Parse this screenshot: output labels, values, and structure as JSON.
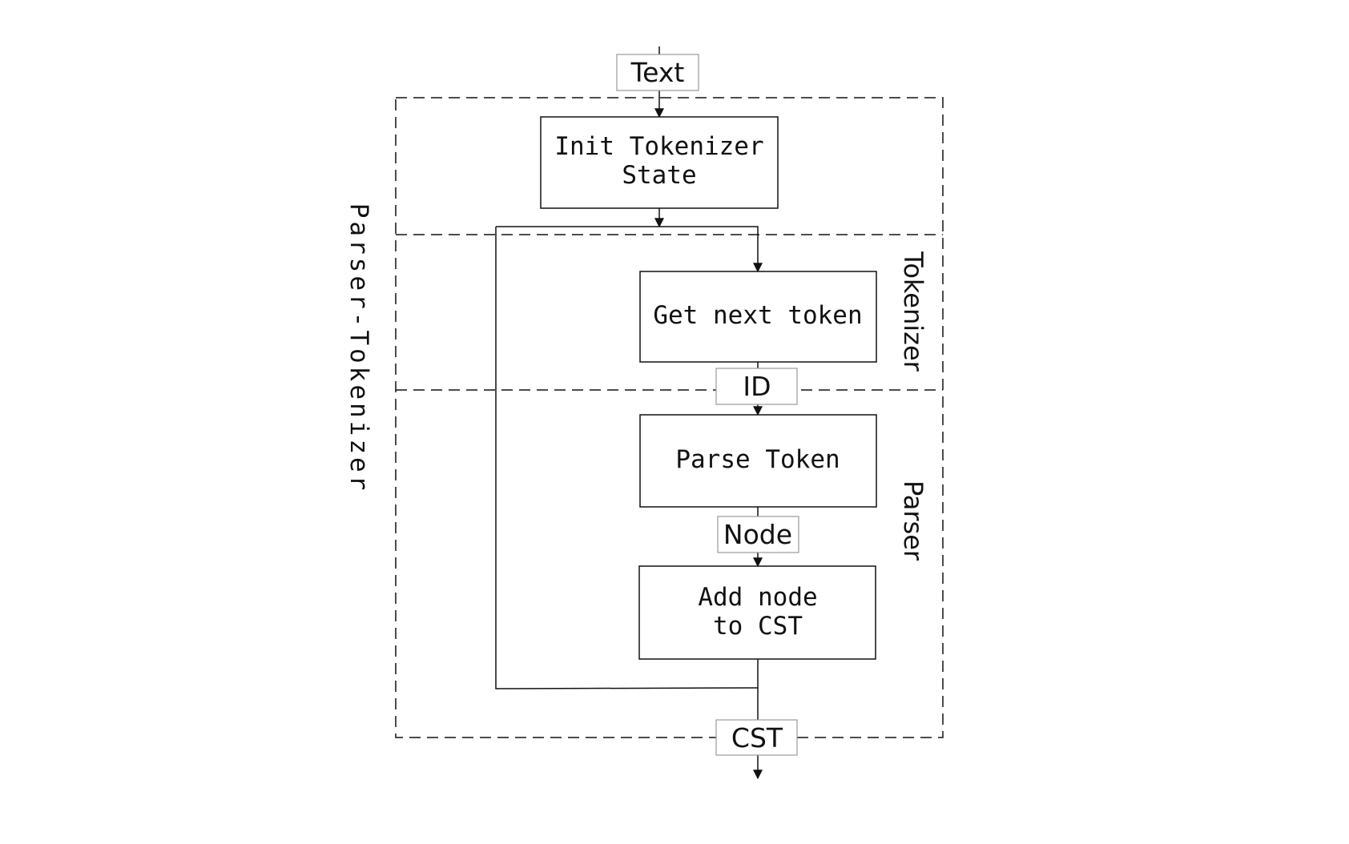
{
  "colors": {
    "stroke": "#111111",
    "label_border": "#9a9a9a",
    "background": "#ffffff"
  },
  "outer_region": {
    "title": "Parser-Tokenizer"
  },
  "regions": {
    "tokenizer": "Tokenizer",
    "parser": "Parser"
  },
  "data_labels": {
    "text": "Text",
    "id": "ID",
    "node": "Node",
    "cst": "CST"
  },
  "process_boxes": {
    "init_line1": "Init Tokenizer",
    "init_line2": "State",
    "get_next_token": "Get next token",
    "parse_token": "Parse Token",
    "add_node_line1": "Add node",
    "add_node_line2": "to CST"
  }
}
